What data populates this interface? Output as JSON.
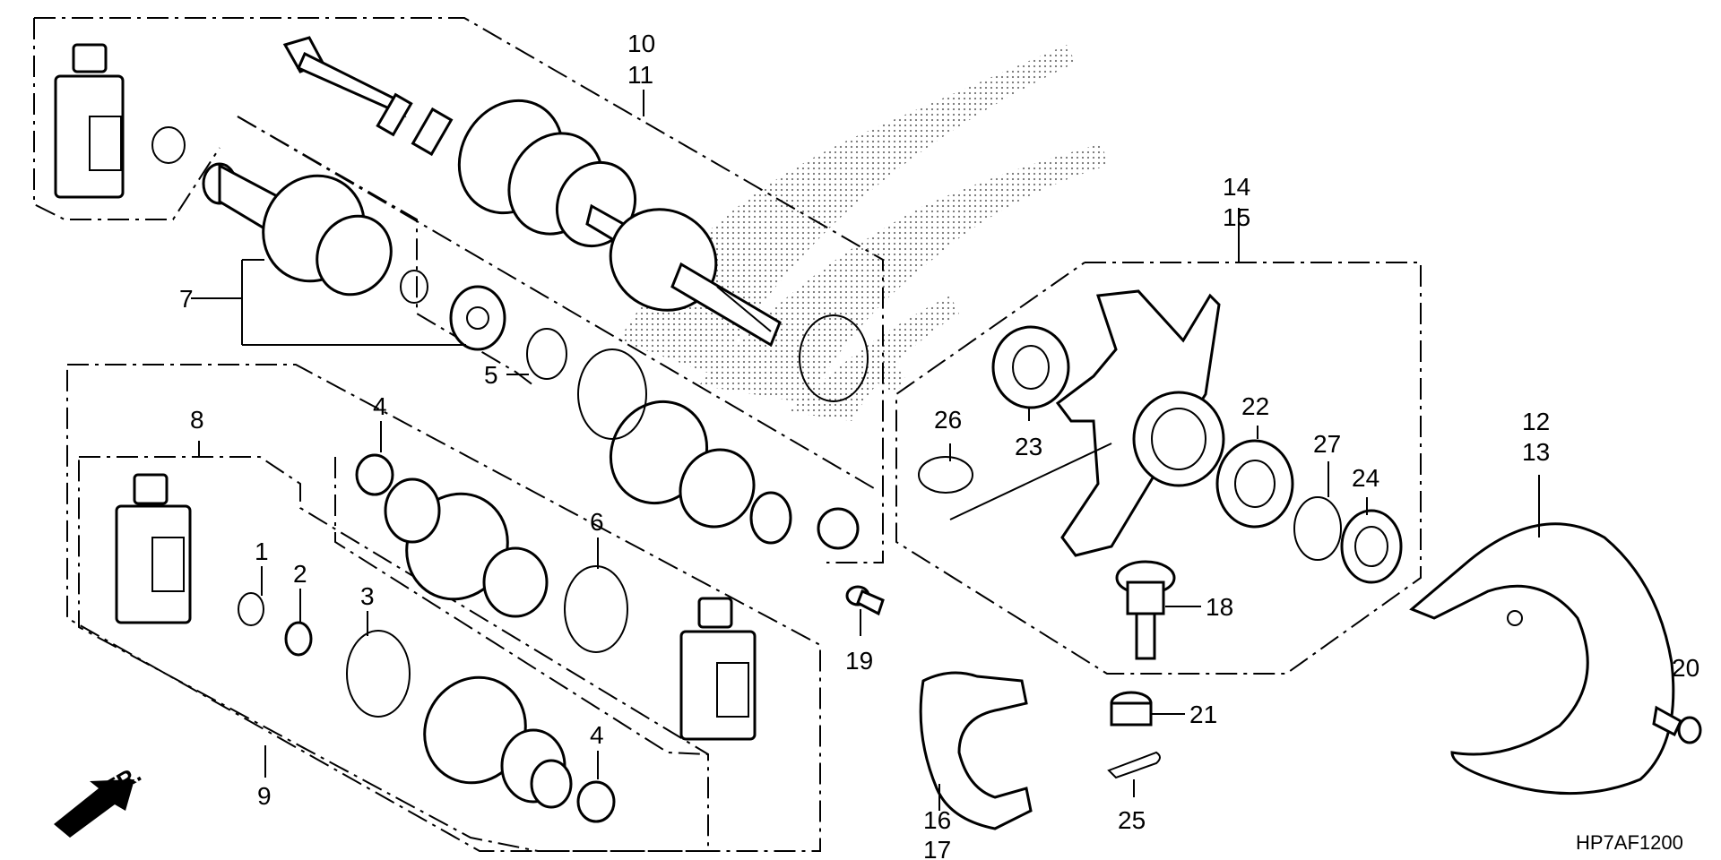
{
  "diagram": {
    "code": "HP7AF1200",
    "front_marker": "FR.",
    "labels": {
      "p1": "1",
      "p2": "2",
      "p3": "3",
      "p4a": "4",
      "p4b": "4",
      "p5": "5",
      "p6": "6",
      "p7": "7",
      "p8": "8",
      "p9": "9",
      "p10": "10",
      "p11": "11",
      "p12": "12",
      "p13": "13",
      "p14": "14",
      "p15": "15",
      "p16": "16",
      "p17": "17",
      "p18": "18",
      "p19": "19",
      "p20": "20",
      "p21": "21",
      "p22": "22",
      "p23": "23",
      "p24": "24",
      "p25": "25",
      "p26": "26",
      "p27": "27"
    }
  }
}
